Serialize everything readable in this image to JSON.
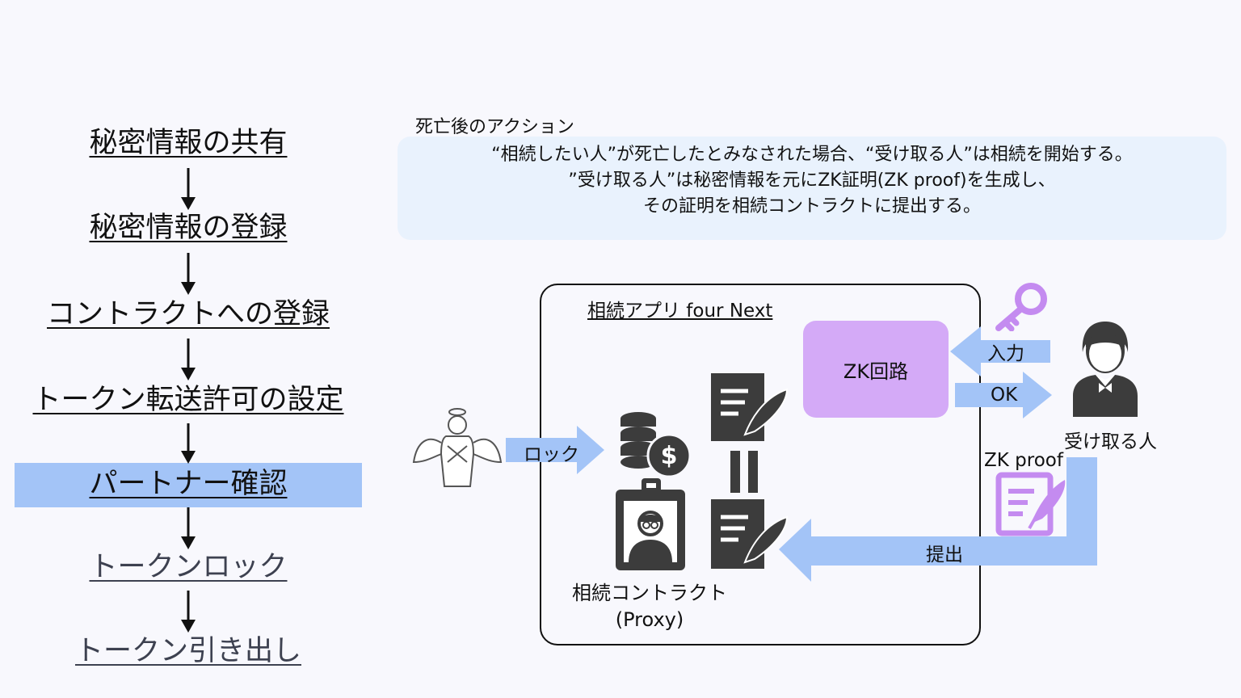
{
  "flow": {
    "steps": [
      {
        "label": "秘密情報の共有"
      },
      {
        "label": "秘密情報の登録"
      },
      {
        "label": "コントラクトへの登録"
      },
      {
        "label": "トークン転送許可の設定"
      },
      {
        "label": "パートナー確認"
      },
      {
        "label": "トークンロック"
      },
      {
        "label": "トークン引き出し"
      }
    ],
    "active_index": 4
  },
  "action": {
    "title": "死亡後のアクション",
    "lines": [
      "“相続したい人”が死亡したとみなされた場合、“受け取る人”は相続を開始する。",
      "”受け取る人”は秘密情報を元にZK証明(ZK proof)を生成し、",
      "その証明を相続コントラクトに提出する。"
    ]
  },
  "diagram": {
    "app_title": "相続アプリ four Next",
    "zk_circuit": "ZK回路",
    "input_label": "入力",
    "ok_label": "OK",
    "receiver_label": "受け取る人",
    "zk_proof_label": "ZK proof",
    "submit_label": "提出",
    "lock_label": "ロック",
    "contract_label_line1": "相続コントラクト",
    "contract_label_line2": "(Proxy)"
  },
  "colors": {
    "highlight": "#a3c4f7",
    "arrow_blue": "#a3c4f7",
    "zk_box": "#d4aaf7",
    "key_purple": "#c48bf0",
    "action_box": "#e9f2fd"
  }
}
